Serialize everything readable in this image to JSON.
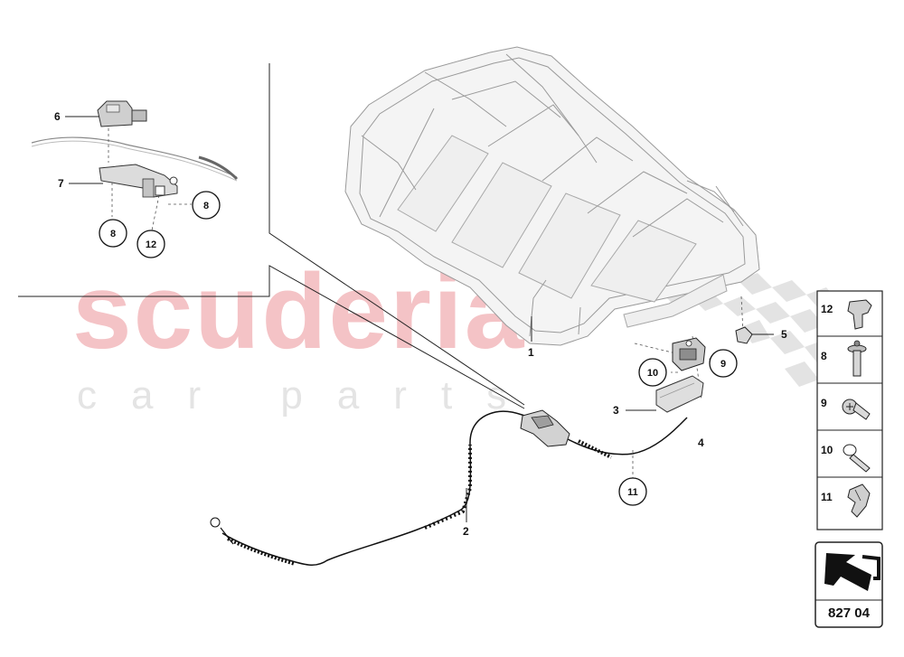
{
  "watermark": {
    "brand": "scuderia",
    "sub": "car parts"
  },
  "callouts": {
    "c6": "6",
    "c7": "7",
    "c8a": "8",
    "c8b": "8",
    "c12": "12",
    "c1": "1",
    "c2": "2",
    "c3": "3",
    "c4": "4",
    "c5": "5",
    "c9": "9",
    "c10": "10",
    "c11": "11"
  },
  "legend": {
    "items": [
      {
        "number": "12",
        "icon": "push-clip-icon"
      },
      {
        "number": "8",
        "icon": "bolt-icon"
      },
      {
        "number": "9",
        "icon": "screw-icon"
      },
      {
        "number": "10",
        "icon": "stud-icon"
      },
      {
        "number": "11",
        "icon": "retainer-clip-icon"
      }
    ]
  },
  "figure": {
    "code": "827 04",
    "icon": "direction-arrow-icon"
  }
}
